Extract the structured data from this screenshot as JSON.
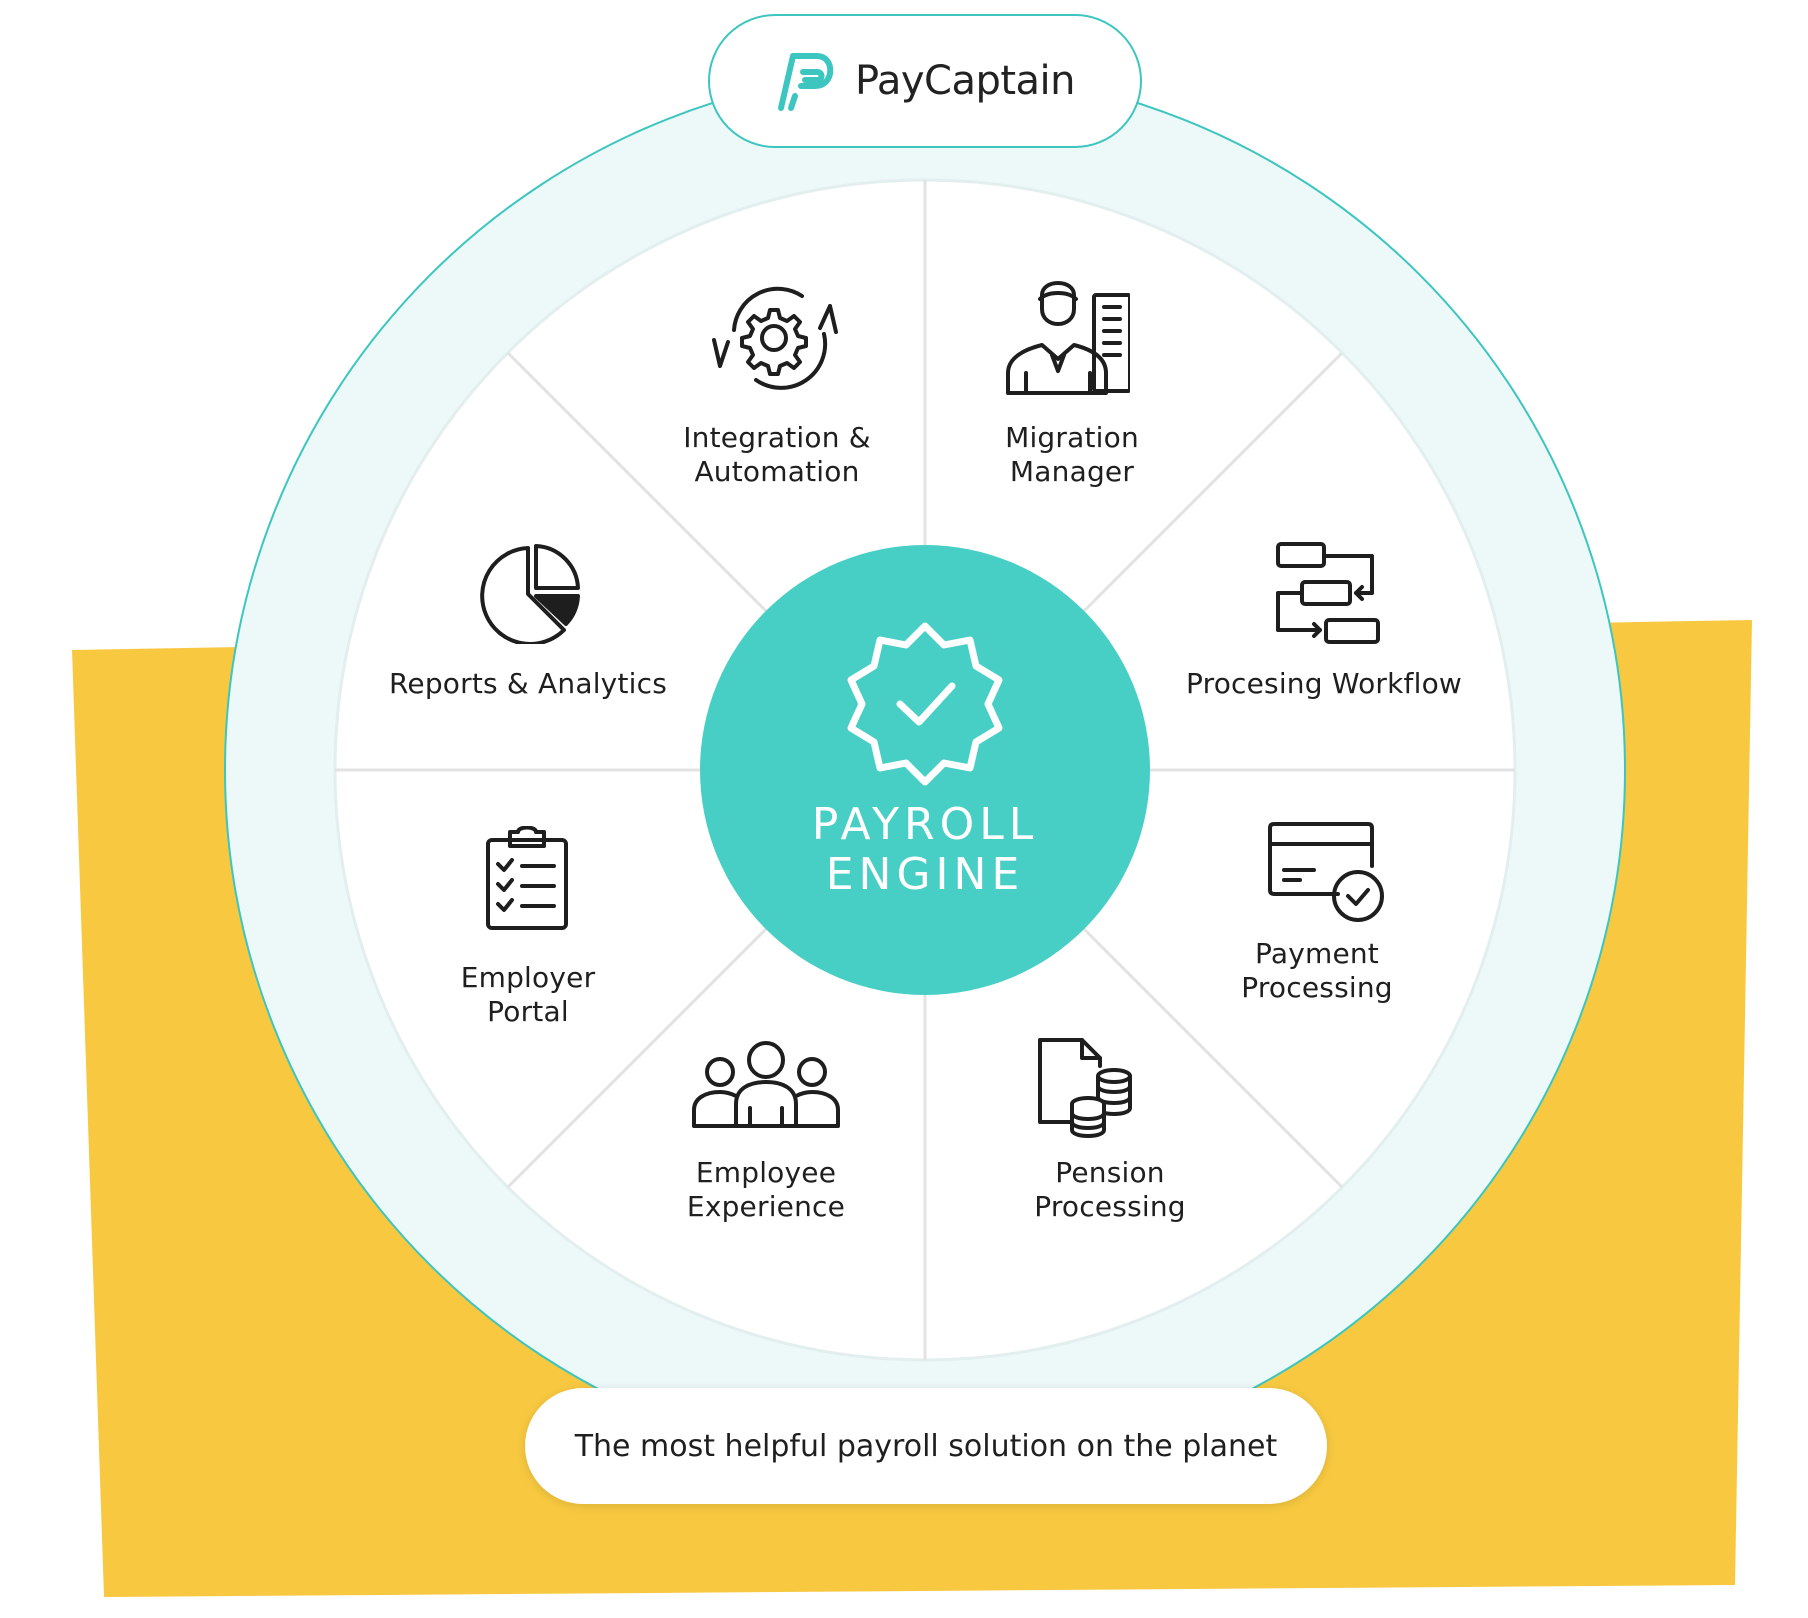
{
  "brand": {
    "name": "PayCaptain",
    "logo_icon": "paycaptain-p-logo",
    "accent_color": "#3cc6bf"
  },
  "center": {
    "title": "PAYROLL\nENGINE",
    "icon": "verified-badge-check-icon",
    "color": "#48cfc5"
  },
  "segments": [
    {
      "label": "Integration &\nAutomation",
      "icon": "gear-sync-icon"
    },
    {
      "label": "Migration\nManager",
      "icon": "manager-document-icon"
    },
    {
      "label": "Procesing Workflow",
      "icon": "workflow-icon"
    },
    {
      "label": "Payment\nProcessing",
      "icon": "card-check-icon"
    },
    {
      "label": "Pension\nProcessing",
      "icon": "document-coins-icon"
    },
    {
      "label": "Employee\nExperience",
      "icon": "people-group-icon"
    },
    {
      "label": "Employer\nPortal",
      "icon": "clipboard-checklist-icon"
    },
    {
      "label": "Reports & Analytics",
      "icon": "pie-chart-icon"
    }
  ],
  "tagline": "The most helpful payroll solution on the planet",
  "colors": {
    "background_accent": "#f8c940",
    "ring": "#edf8f8",
    "divider": "#e3e3e3",
    "icon_stroke": "#1e1e1e"
  }
}
